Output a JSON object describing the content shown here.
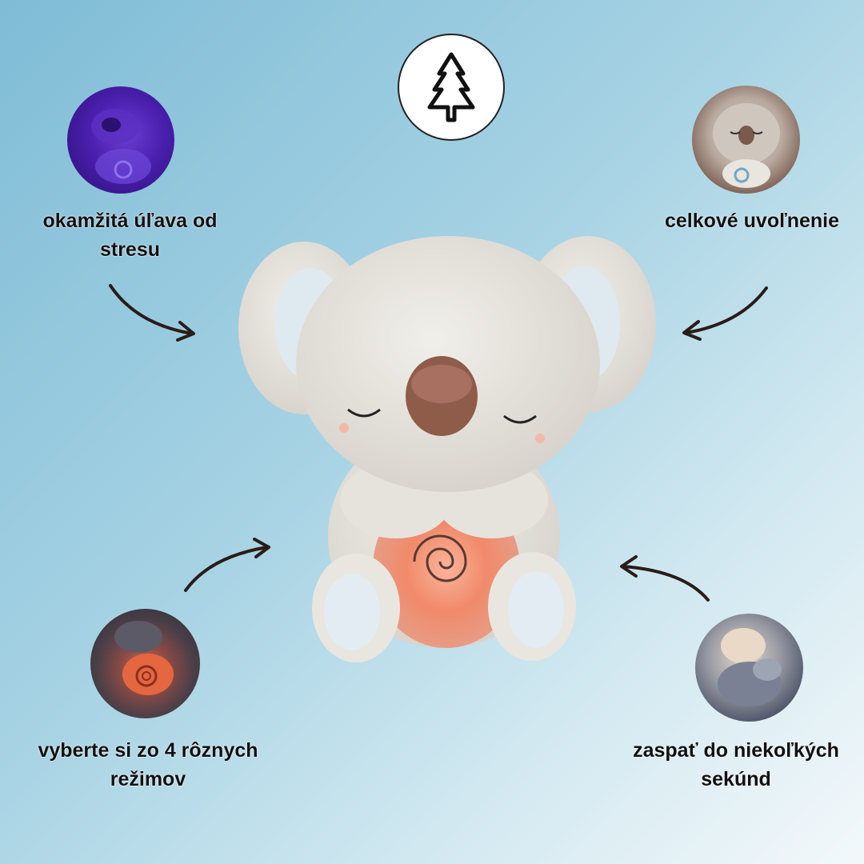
{
  "features": {
    "top_left": "okamžitá úľava od stresu",
    "top_right": "celkové uvoľnenie",
    "bottom_left": "vyberte si zo 4 rôznych režimov",
    "bottom_right": "zaspať do niekoľkých sekúnd"
  },
  "icons": {
    "logo": "pine-tree-icon"
  },
  "colors": {
    "background_start": "#7fbcd6",
    "background_end": "#f3f8fa",
    "text": "#111111",
    "glow": "#f08a6a"
  }
}
